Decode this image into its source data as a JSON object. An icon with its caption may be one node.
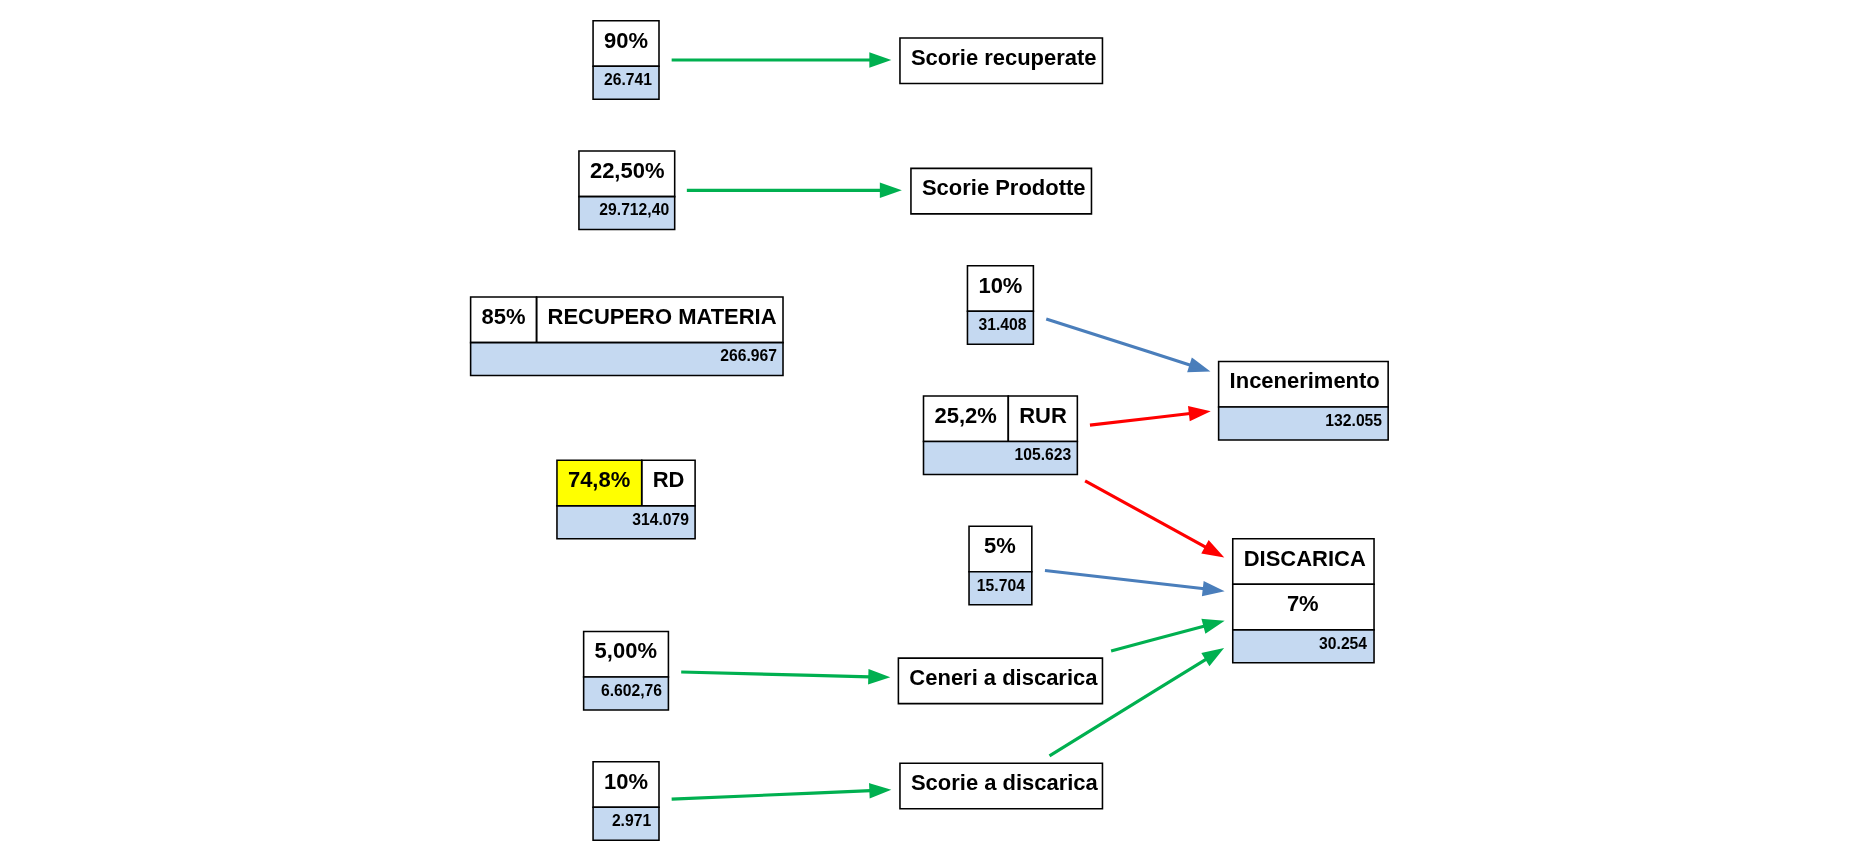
{
  "diagram": {
    "nodes": [
      {
        "text": [
          "25,2%",
          "RUR",
          "105.623"
        ]
      },
      {
        "text": [
          "74,8%",
          "RD",
          "314.079"
        ]
      },
      {
        "text": [
          "10%",
          "31.408"
        ]
      },
      {
        "text": [
          "5%",
          "15.704"
        ]
      },
      {
        "text": [
          "85%",
          "RECUPERO MATERIA",
          "266.967"
        ]
      },
      {
        "text": [
          "Incenerimento",
          "132.055"
        ]
      },
      {
        "text": [
          "22,50%",
          "29.712,40"
        ]
      },
      {
        "text": [
          "5,00%",
          "6.602,76"
        ]
      },
      {
        "text": [
          "Scorie Prodotte"
        ]
      },
      {
        "text": [
          "Ceneri a discarica"
        ]
      },
      {
        "text": [
          "90%",
          "26.741"
        ]
      },
      {
        "text": [
          "10%",
          "2.971"
        ]
      },
      {
        "text": [
          "Scorie recuperate"
        ]
      },
      {
        "text": [
          "Scorie a discarica"
        ]
      },
      {
        "text": [
          "DISCARICA",
          "7%",
          "30.254"
        ]
      }
    ],
    "edges": [
      {
        "from": 0,
        "to": 5,
        "arrow": "to",
        "color": "#ff0000"
      },
      {
        "from": 0,
        "to": 14,
        "arrow": "to",
        "color": "#ff0000"
      },
      {
        "from": 2,
        "to": 5,
        "arrow": "to",
        "color": "#4a7ebb"
      },
      {
        "from": 3,
        "to": 14,
        "arrow": "to",
        "color": "#4a7ebb"
      },
      {
        "from": 6,
        "to": 8,
        "arrow": "to"
      },
      {
        "from": 7,
        "to": 9,
        "arrow": "to"
      },
      {
        "from": 10,
        "to": 12,
        "arrow": "to"
      },
      {
        "from": 11,
        "to": 13,
        "arrow": "to"
      },
      {
        "from": 9,
        "to": 14,
        "arrow": "to"
      },
      {
        "from": 13,
        "to": 14,
        "arrow": "to"
      }
    ]
  }
}
